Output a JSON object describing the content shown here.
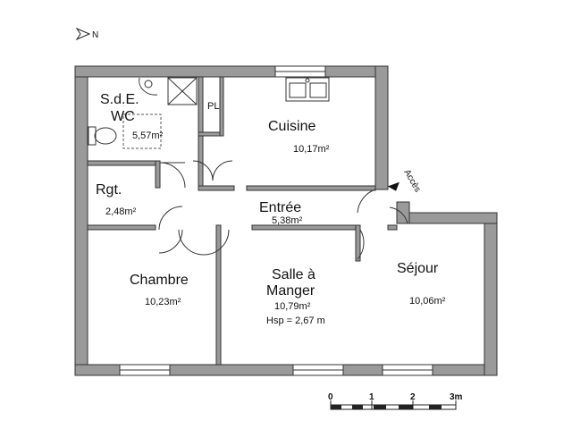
{
  "compass": {
    "letter": "N"
  },
  "rooms": {
    "sde": {
      "name_line1": "S.d.E.",
      "name_line2": "WC",
      "area": "5,57m²"
    },
    "placard": {
      "name": "PL"
    },
    "cuisine": {
      "name": "Cuisine",
      "area": "10,17m²"
    },
    "rgt": {
      "name": "Rgt.",
      "area": "2,48m²"
    },
    "entree": {
      "name": "Entrée",
      "area": "5,38m²"
    },
    "chambre": {
      "name": "Chambre",
      "area": "10,23m²"
    },
    "salle": {
      "name_line1": "Salle à",
      "name_line2": "Manger",
      "area": "10,79m²",
      "height": "Hsp = 2,67 m"
    },
    "sejour": {
      "name": "Séjour",
      "area": "10,06m²"
    }
  },
  "access": {
    "label": "Accès"
  },
  "scale": {
    "ticks": [
      "0",
      "1",
      "2",
      "3m"
    ]
  },
  "colors": {
    "wall": "#9a9a9a",
    "line": "#333333"
  }
}
